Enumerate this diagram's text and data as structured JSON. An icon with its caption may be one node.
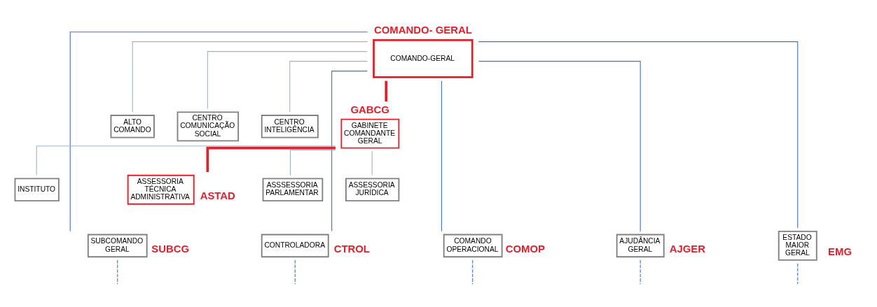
{
  "diagram": {
    "nodes": [
      {
        "text": [
          "COMANDO-GERAL"
        ],
        "beside": [
          "COMANDO- GERAL"
        ]
      },
      {
        "text": [
          "ALTO COMANDO"
        ]
      },
      {
        "text": [
          "CENTRO COMUNICAÇÃO SOCIAL"
        ]
      },
      {
        "text": [
          "CENTRO INTELIGÊNCIA"
        ]
      },
      {
        "text": [
          "GABINETE COMANDANTE GERAL"
        ],
        "beside": [
          "GABCG"
        ]
      },
      {
        "text": [
          "INSTITUTO"
        ]
      },
      {
        "text": [
          "ASSESSORIA TÉCNICA ADMINISTRATIVA"
        ],
        "beside": [
          "ASTAD"
        ]
      },
      {
        "text": [
          "ASSSESSORIA PARLAMENTAR"
        ]
      },
      {
        "text": [
          "ASSESSORIA JURÍDICA"
        ]
      },
      {
        "text": [
          "SUBCOMANDO GERAL"
        ],
        "beside": [
          "SUBCG"
        ]
      },
      {
        "text": [
          "CONTROLADORA"
        ],
        "beside": [
          "CTROL"
        ]
      },
      {
        "text": [
          "COMANDO OPERACIONAL"
        ],
        "beside": [
          "COMOP"
        ]
      },
      {
        "text": [
          "AJUDÂNCIA GERAL"
        ],
        "beside": [
          "AJGER"
        ]
      },
      {
        "text": [
          "ESTADO MAIOR GERAL"
        ],
        "beside": [
          "EMG"
        ]
      }
    ],
    "edges": [
      {
        "from": 0,
        "to": 4,
        "arrow": "none",
        "style": "thick",
        "color": "#e0202a"
      },
      {
        "from": 0,
        "to": 1,
        "arrow": "none",
        "color": "#a0b4c8"
      },
      {
        "from": 0,
        "to": 2,
        "arrow": "none",
        "color": "#a0b4c8"
      },
      {
        "from": 0,
        "to": 3,
        "arrow": "none",
        "color": "#a0b4c8"
      },
      {
        "from": 4,
        "to": 5,
        "arrow": "none",
        "color": "#a0b4c8"
      },
      {
        "from": 4,
        "to": 6,
        "arrow": "none",
        "style": "thick",
        "color": "#e0202a"
      },
      {
        "from": 4,
        "to": 7,
        "arrow": "none",
        "color": "#a0b4c8"
      },
      {
        "from": 4,
        "to": 8,
        "arrow": "none",
        "color": "#a0b4c8"
      },
      {
        "from": 0,
        "to": 9,
        "arrow": "none",
        "color": "#4472c4"
      },
      {
        "from": 0,
        "to": 10,
        "arrow": "none",
        "color": "#4472c4"
      },
      {
        "from": 0,
        "to": 11,
        "arrow": "none",
        "color": "#4472c4"
      },
      {
        "from": 0,
        "to": 12,
        "arrow": "none",
        "color": "#4472c4"
      },
      {
        "from": 0,
        "to": 13,
        "arrow": "none",
        "color": "#4472c4"
      },
      {
        "from": 9,
        "to": null,
        "arrow": "none",
        "style": "dashed",
        "color": "#4472c4"
      },
      {
        "from": 10,
        "to": null,
        "arrow": "none",
        "style": "dashed",
        "color": "#4472c4"
      },
      {
        "from": 11,
        "to": null,
        "arrow": "none",
        "style": "dashed",
        "color": "#4472c4"
      },
      {
        "from": 12,
        "to": null,
        "arrow": "none",
        "style": "dashed",
        "color": "#4472c4"
      },
      {
        "from": 13,
        "to": null,
        "arrow": "none",
        "style": "dashed",
        "color": "#4472c4"
      }
    ]
  }
}
